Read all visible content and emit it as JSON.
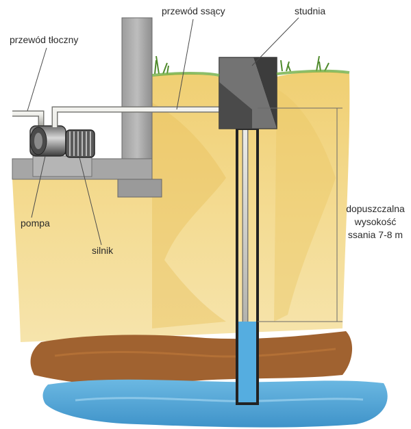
{
  "labels": {
    "discharge_pipe": "przewód tłoczny",
    "suction_pipe": "przewód ssący",
    "well": "studnia",
    "pump": "pompa",
    "motor": "silnik",
    "suction_height": [
      "dopuszczalna",
      "wysokość",
      "ssania 7-8 m"
    ]
  },
  "colors": {
    "soil_light": "#f2d98a",
    "soil_dark": "#e6c063",
    "clay": "#9a5a2c",
    "water": "#4fa6d6",
    "concrete": "#a9a9a9",
    "grass": "#5f9a3a",
    "pipe": "#d9d9d4"
  }
}
